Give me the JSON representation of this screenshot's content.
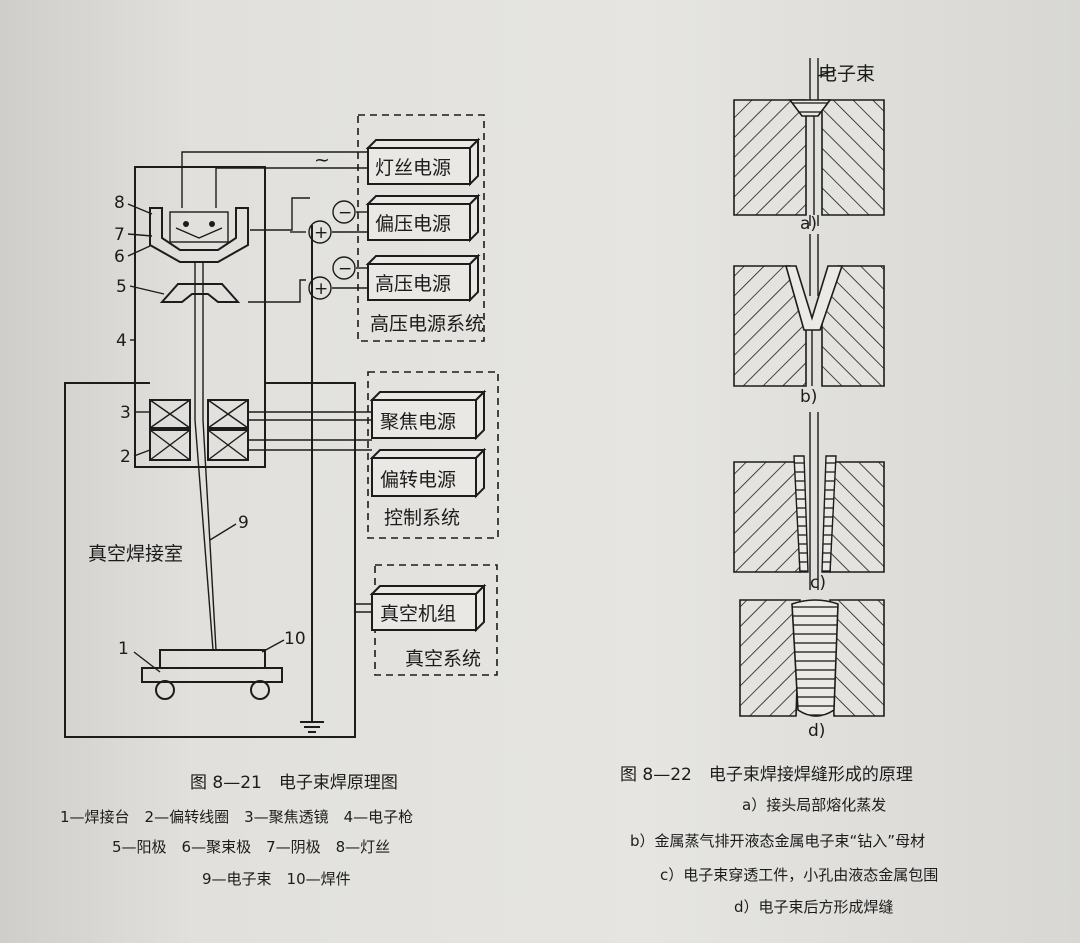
{
  "fig21": {
    "title": "图 8—21　电子束焊原理图",
    "legend": [
      "1—焊接台　2—偏转线圈　3—聚焦透镜　4—电子枪",
      "5—阳极　6—聚束极　7—阴极　8—灯丝",
      "9—电子束　10—焊件"
    ],
    "chamber_label": "真空焊接室",
    "numbers": [
      "1",
      "2",
      "3",
      "4",
      "5",
      "6",
      "7",
      "8",
      "9",
      "10"
    ],
    "ac_symbol": "~",
    "power_boxes": [
      "灯丝电源",
      "偏压电源",
      "高压电源",
      "聚焦电源",
      "偏转电源",
      "真空机组"
    ],
    "groups": [
      "高压电源系统",
      "控制系统",
      "真空系统"
    ],
    "polarity": {
      "minus": "−",
      "plus": "+"
    }
  },
  "fig22": {
    "title": "图 8—22　电子束焊接焊缝形成的原理",
    "beam_label": "电子束",
    "panel_labels": [
      "a)",
      "b)",
      "c)",
      "d)"
    ],
    "captions": [
      "a）接头局部熔化蒸发",
      "b）金属蒸气排开液态金属电子束“钻入”母材",
      "c）电子束穿透工件，小孔由液态金属包围",
      "d）电子束后方形成焊缝"
    ]
  }
}
